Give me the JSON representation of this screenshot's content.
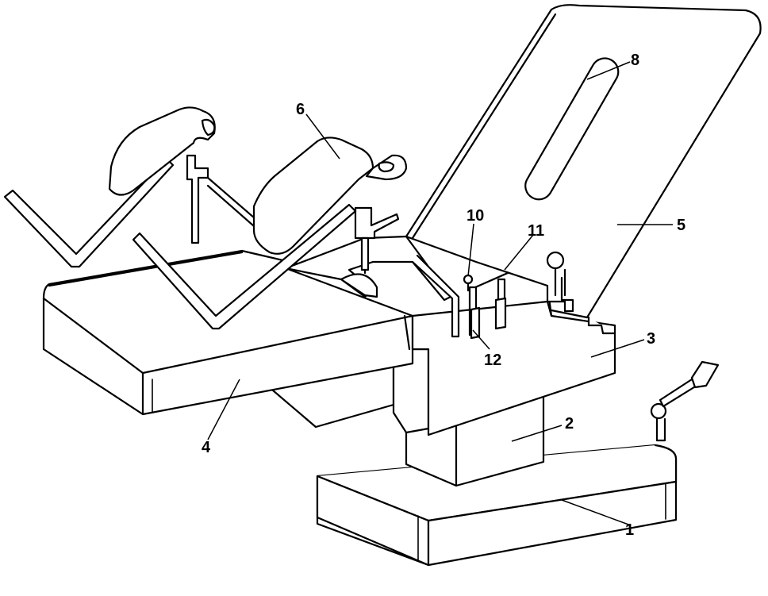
{
  "labels": {
    "1": "1",
    "2": "2",
    "3": "3",
    "4": "4",
    "5": "5",
    "6": "6",
    "8": "8",
    "10": "10",
    "11": "11",
    "12": "12"
  }
}
